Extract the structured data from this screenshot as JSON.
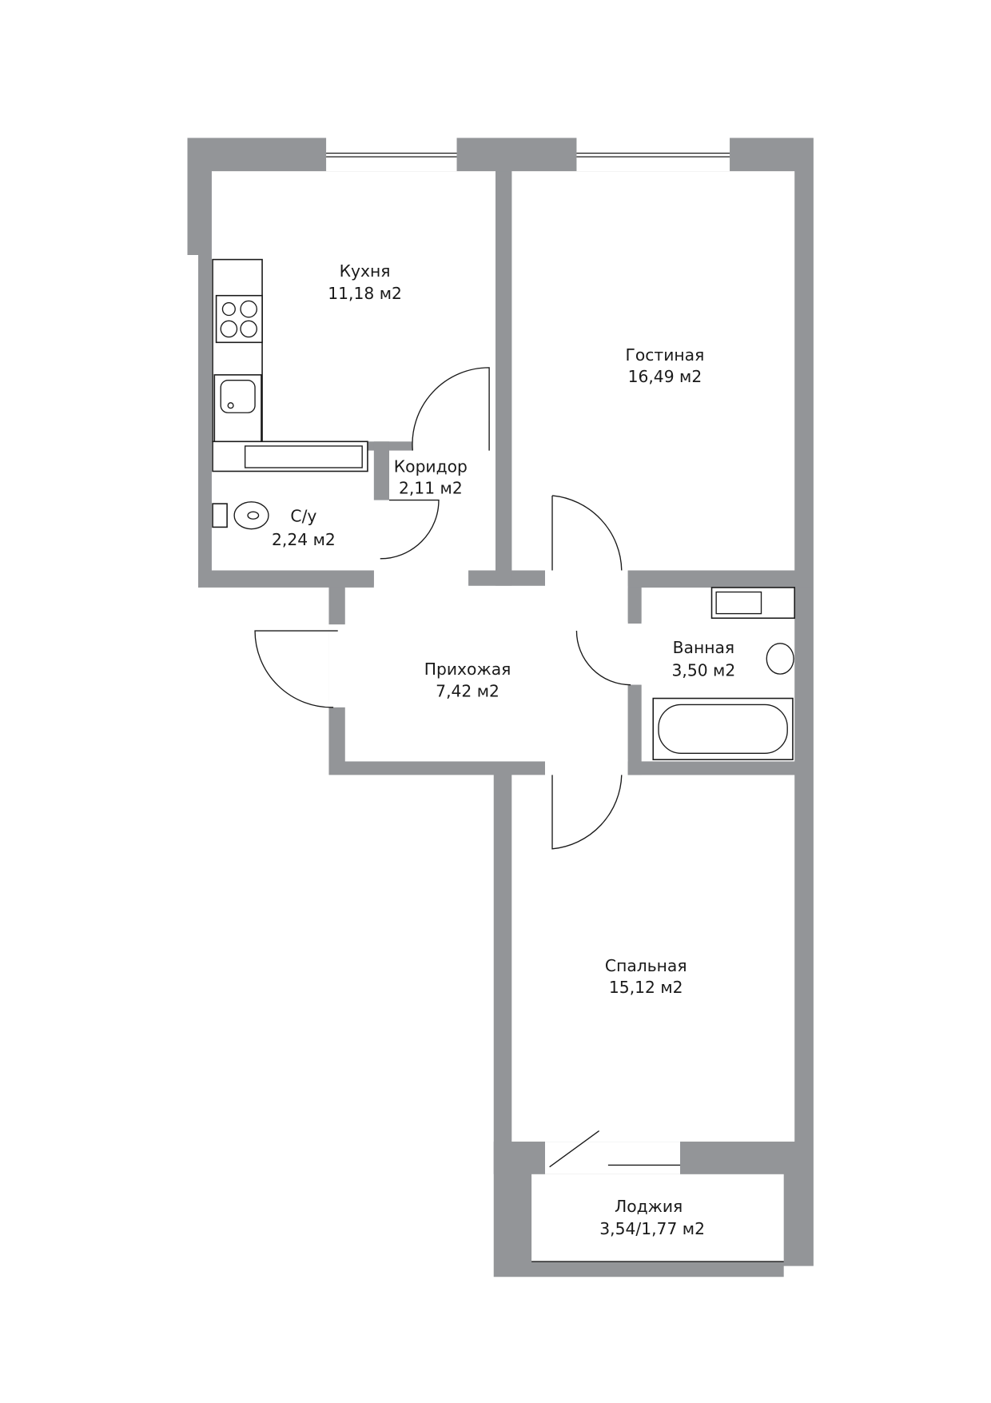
{
  "plan": {
    "wall_color": "#939598",
    "rooms": {
      "kitchen": {
        "name": "Кухня",
        "area": "11,18 м2"
      },
      "living": {
        "name": "Гостиная",
        "area": "16,49 м2"
      },
      "corridor": {
        "name": "Коридор",
        "area": "2,11 м2"
      },
      "wc": {
        "name": "С/у",
        "area": "2,24 м2"
      },
      "hall": {
        "name": "Прихожая",
        "area": "7,42 м2"
      },
      "bathroom": {
        "name": "Ванная",
        "area": "3,50 м2"
      },
      "bedroom": {
        "name": "Спальная",
        "area": "15,12 м2"
      },
      "loggia": {
        "name": "Лоджия",
        "area": "3,54/1,77 м2"
      }
    }
  }
}
